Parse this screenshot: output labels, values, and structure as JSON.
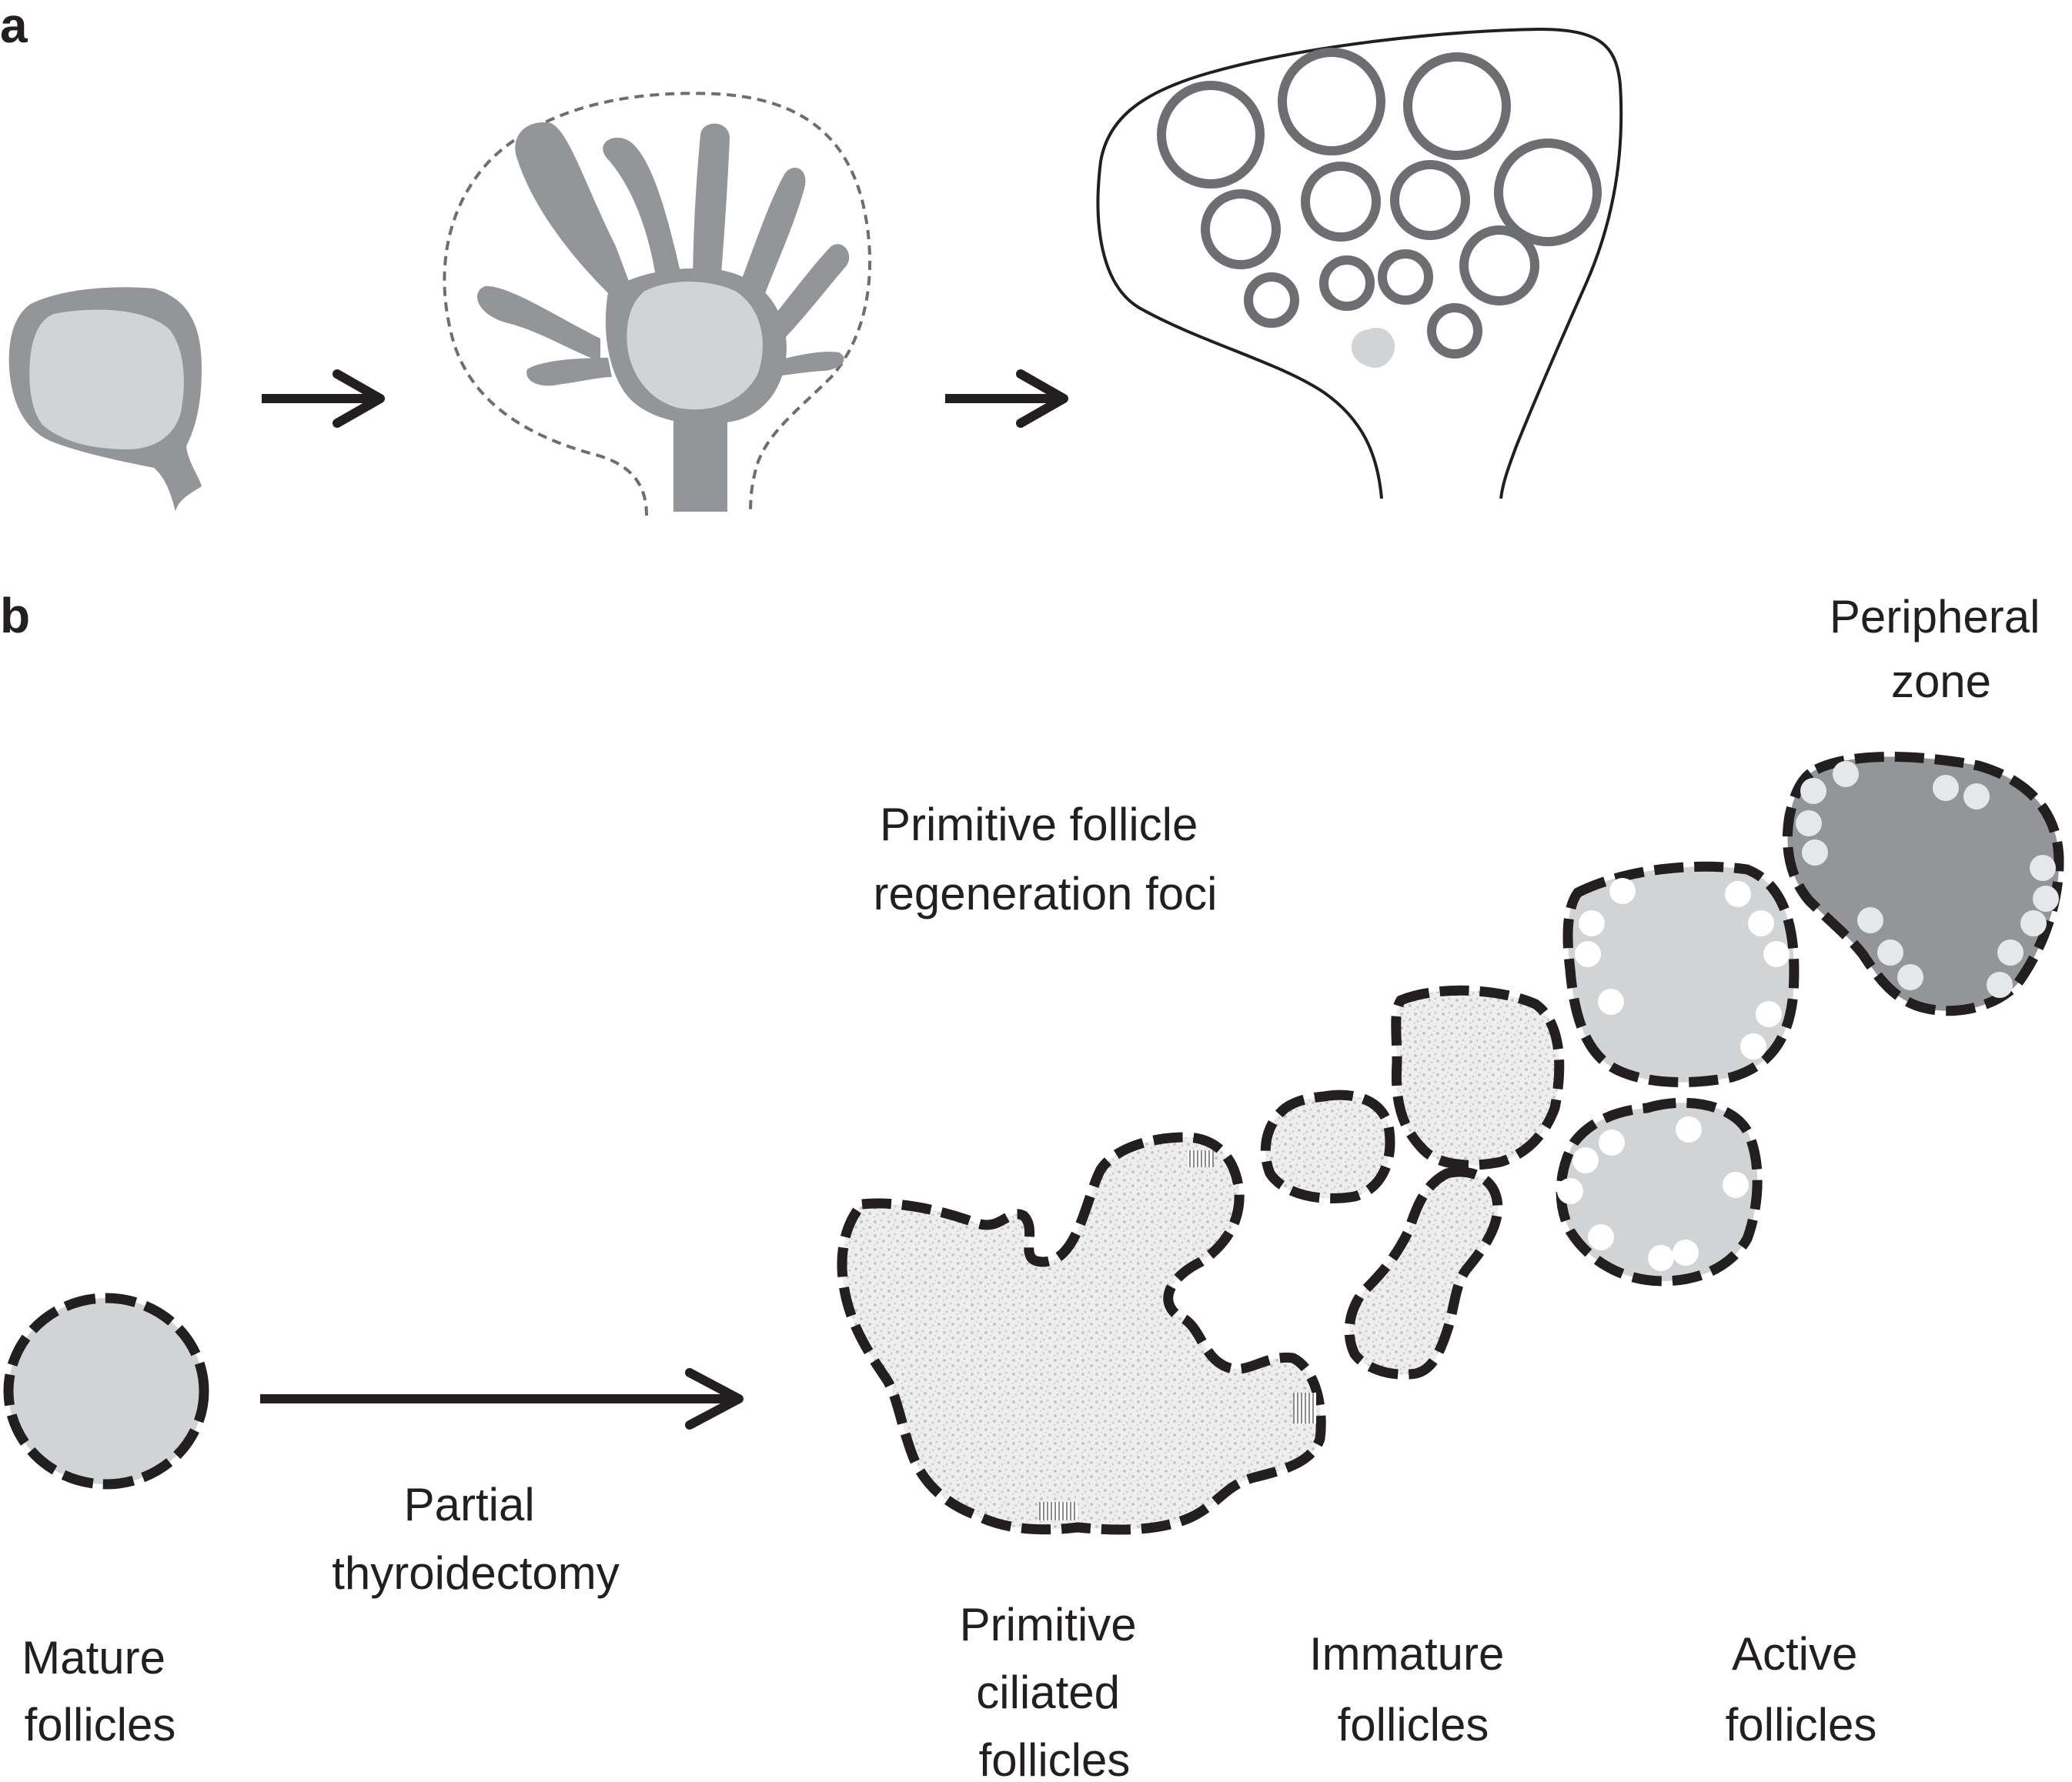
{
  "panel_a": {
    "label": "a"
  },
  "panel_b": {
    "label": "b",
    "peripheral_zone": [
      "Peripheral",
      "zone"
    ],
    "regeneration_foci": [
      "Primitive follicle",
      "regeneration foci"
    ],
    "arrow_label": [
      "Partial",
      "thyroidectomy"
    ],
    "stages": [
      {
        "lines": [
          "Mature",
          "follicles"
        ]
      },
      {
        "lines": [
          "Primitive",
          "ciliated",
          "follicles"
        ]
      },
      {
        "lines": [
          "Immature",
          "follicles"
        ]
      },
      {
        "lines": [
          "Active",
          "follicles"
        ]
      }
    ]
  },
  "colors": {
    "dark_fill": "#939598",
    "light_fill": "#d1d3d4",
    "ring": "#6d6e71",
    "outline": "#231f20",
    "dashed": "#6d6e71",
    "stipple": "#e6e7e8"
  }
}
